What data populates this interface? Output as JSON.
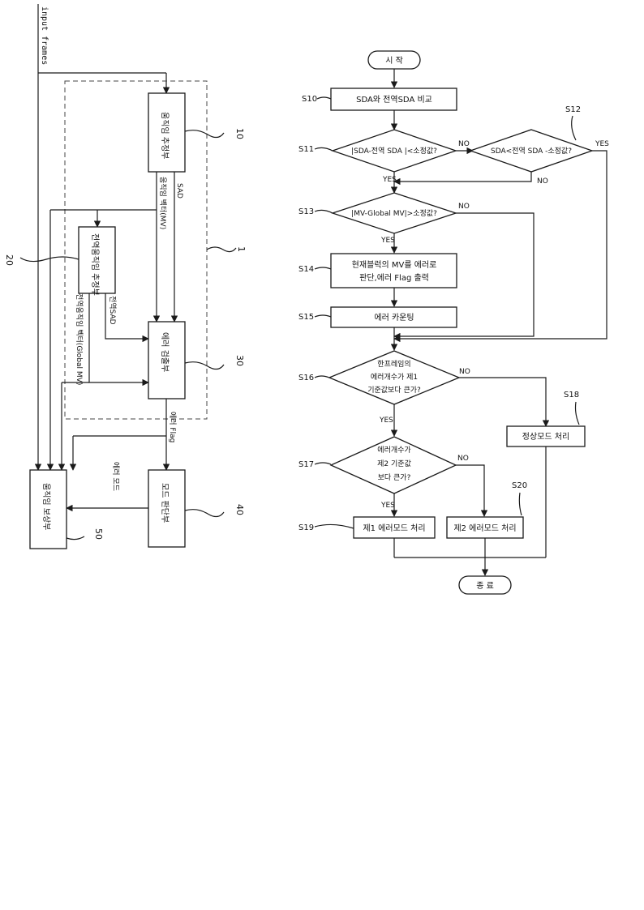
{
  "block_diagram": {
    "input_label": "input frames",
    "motion_estimator": {
      "label": "움직임 추정부",
      "ref": "10"
    },
    "global_estimator": {
      "label": "전역움직임 추정부",
      "ref": "20"
    },
    "error_detector": {
      "label": "에러 검출부",
      "ref": "30"
    },
    "mode_decider": {
      "label": "모드 판단부",
      "ref": "40"
    },
    "compensator": {
      "label": "움직임 보상부",
      "ref": "50"
    },
    "dashed_ref": "1",
    "sig_sad": "SAD",
    "sig_mv": "움직임 벡터(MV)",
    "sig_global_sad": "전역SAD",
    "sig_global_mv": "전역움직임 벡터(Global MV)",
    "sig_error_flag": "에러 Flag",
    "sig_error_mode": "에러 모드"
  },
  "flowchart": {
    "start": "시 작",
    "end": "종 료",
    "s10": {
      "step": "S10",
      "text": "SDA와 전역SDA 비교"
    },
    "s11": {
      "step": "S11",
      "text": "|SDA-전역 SDA |<소정값?"
    },
    "s12": {
      "step": "S12",
      "text": "SDA<전역 SDA -소정값?"
    },
    "s13": {
      "step": "S13",
      "text": "|MV-Global MV|>소정값?"
    },
    "s14": {
      "step": "S14",
      "line1": "현재블럭의 MV를 에러로",
      "line2": "판단,에러 Flag 출력"
    },
    "s15": {
      "step": "S15",
      "text": "에러 카운팅"
    },
    "s16": {
      "step": "S16",
      "line1": "한프레임의",
      "line2": "에러개수가 제1",
      "line3": "기준값보다 큰가?"
    },
    "s17": {
      "step": "S17",
      "line1": "에러개수가",
      "line2": "제2 기준값",
      "line3": "보다 큰가?"
    },
    "s18": {
      "step": "S18",
      "text": "정상모드 처리"
    },
    "s19": {
      "step": "S19",
      "text": "제1 에러모드 처리"
    },
    "s20": {
      "step": "S20",
      "text": "제2 에러모드 처리"
    },
    "yes": "YES",
    "no": "NO"
  }
}
